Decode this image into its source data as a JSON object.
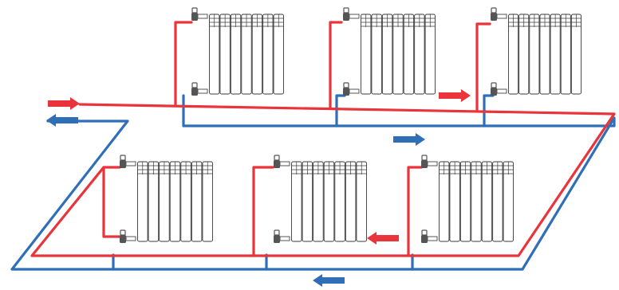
{
  "colors": {
    "supply": "#e8343a",
    "return": "#2f6fb8",
    "radiator_fill": "#ffffff",
    "radiator_line": "#3a3a3a",
    "valve": "#555555",
    "background": "#ffffff"
  },
  "radiators": [
    {
      "id": "top-1",
      "row": "upper",
      "icons": [
        "thermostat-valve-icon",
        "lockshield-valve-icon"
      ]
    },
    {
      "id": "top-2",
      "row": "upper",
      "icons": [
        "thermostat-valve-icon",
        "lockshield-valve-icon"
      ]
    },
    {
      "id": "top-3",
      "row": "upper",
      "icons": [
        "thermostat-valve-icon",
        "lockshield-valve-icon"
      ]
    },
    {
      "id": "bottom-1",
      "row": "lower",
      "icons": [
        "thermostat-valve-icon",
        "lockshield-valve-icon"
      ]
    },
    {
      "id": "bottom-2",
      "row": "lower",
      "icons": [
        "thermostat-valve-icon",
        "lockshield-valve-icon"
      ]
    },
    {
      "id": "bottom-3",
      "row": "lower",
      "icons": [
        "thermostat-valve-icon",
        "lockshield-valve-icon"
      ]
    }
  ],
  "flow_arrows": [
    {
      "id": "supply-inlet",
      "line": "supply",
      "direction": "right"
    },
    {
      "id": "return-outlet",
      "line": "return",
      "direction": "left"
    },
    {
      "id": "supply-upper",
      "line": "supply",
      "direction": "right"
    },
    {
      "id": "return-upper",
      "line": "return",
      "direction": "right"
    },
    {
      "id": "supply-lower",
      "line": "supply",
      "direction": "left"
    },
    {
      "id": "return-lower",
      "line": "return",
      "direction": "left"
    }
  ]
}
